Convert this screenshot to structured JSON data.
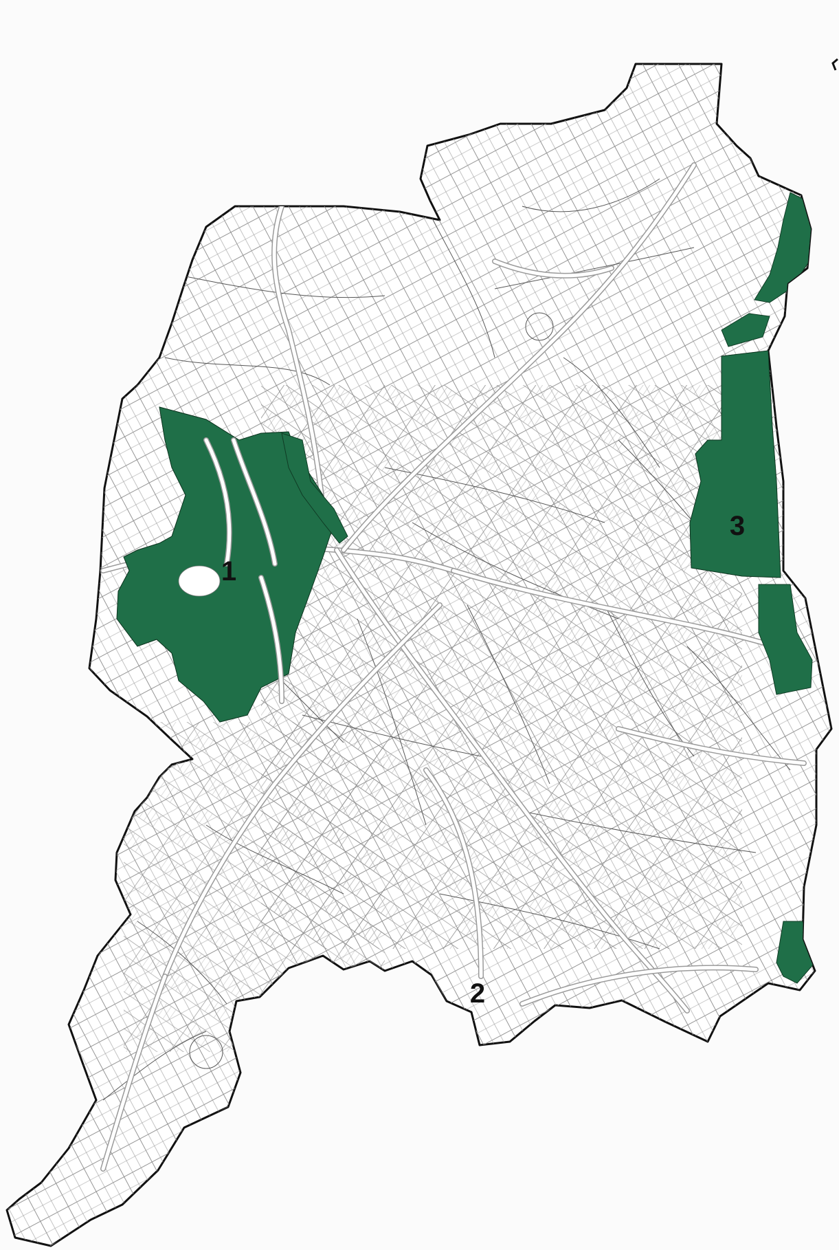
{
  "map": {
    "green_fill": "#1f6f48",
    "areas": [
      {
        "id": "1",
        "label": "1"
      },
      {
        "id": "2",
        "label": "2"
      },
      {
        "id": "3",
        "label": "3"
      }
    ]
  }
}
